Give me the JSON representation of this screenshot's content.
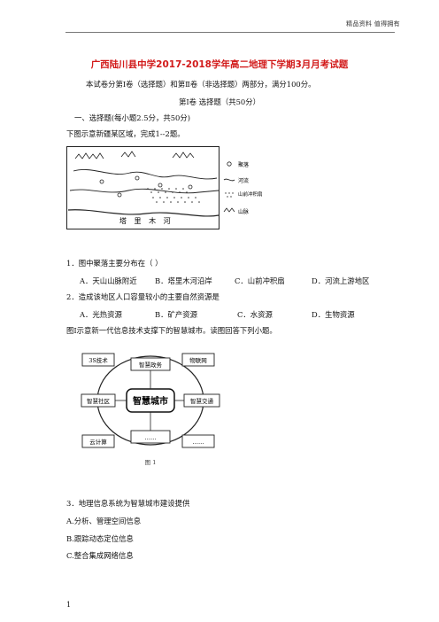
{
  "header": {
    "right_text": "精品资料   值得拥有"
  },
  "title": "广西陆川县中学2017-2018学年高二地理下学期3月月考试题",
  "intro": "本试卷分第Ⅰ卷（选择题）和第Ⅱ卷（非选择题）两部分，满分100分。",
  "section_heading": "第Ⅰ卷   选择题（共50分）",
  "part_one": "一、选择题(每小题2.5分，共50分)",
  "map_intro": "下图示意新疆某区域，完成1--2题。",
  "map": {
    "legend": [
      "聚落",
      "河流",
      "山前冲积扇",
      "山脉"
    ],
    "river_label": "塔 里 木 河"
  },
  "questions": [
    {
      "stem": "1．图中聚落主要分布在（    ）",
      "options": [
        "A．天山山脉附近",
        "B．塔里木河沿岸",
        "C．山前冲积扇",
        "D．河流上游地区"
      ]
    },
    {
      "stem": "2．造成该地区人口容量较小的主要自然资源是",
      "options": [
        "A．光热资源",
        "B．矿产资源",
        "C．水资源",
        "D．生物资源"
      ]
    }
  ],
  "fig_intro": "图Ⅰ示意新一代信息技术支撑下的智慧城市。读图回答下列小题。",
  "figure1": {
    "center": "智慧城市",
    "boxes": {
      "top_left": "3S技术",
      "top_center": "智慧政务",
      "top_right": "物联网",
      "mid_left": "智慧社区",
      "mid_right": "智慧交通",
      "bottom_left": "云计算",
      "bottom_center": "……",
      "bottom_right": "……"
    },
    "caption": "图 1"
  },
  "q3": {
    "stem": "3．地理信息系统为智慧城市建设提供",
    "options": [
      "A.分析、管理空间信息",
      "B.跟踪动态定位信息",
      "C.整合集成网络信息"
    ]
  },
  "footer": {
    "page_number": "1"
  }
}
